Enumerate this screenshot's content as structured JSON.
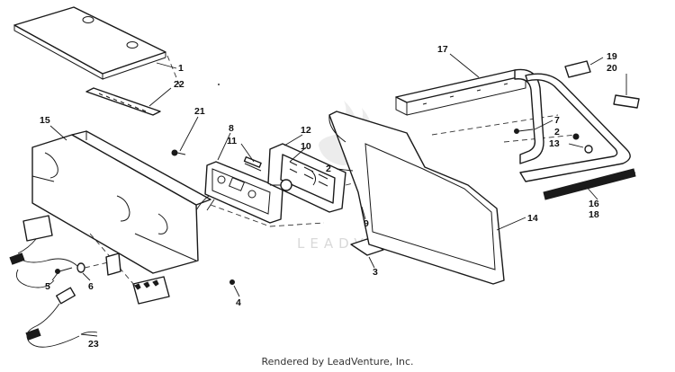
{
  "diagram": {
    "watermark": "LEADVENTURE",
    "footer": "Rendered by LeadVenture, Inc.",
    "callouts": [
      "1",
      "22",
      "15",
      "21",
      "8",
      "11",
      "12",
      "10",
      "2",
      "9",
      "3",
      "4",
      "5",
      "6",
      "23",
      "17",
      "19",
      "20",
      "7",
      "2",
      "13",
      "16",
      "18",
      "14"
    ]
  }
}
